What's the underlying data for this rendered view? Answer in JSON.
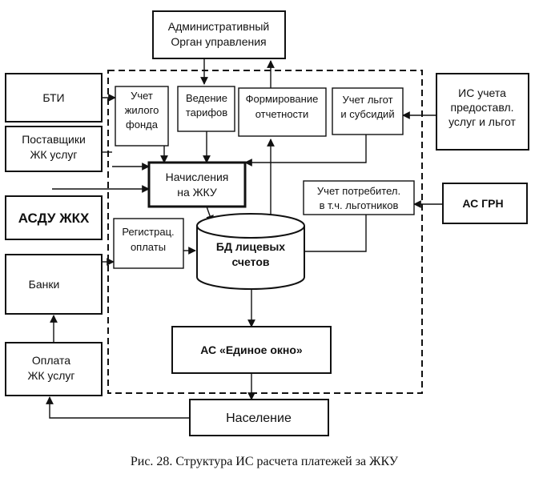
{
  "nodes": {
    "admin": [
      "Административный",
      "Орган управления"
    ],
    "bti": [
      "БТИ"
    ],
    "suppliers": [
      "Поставщики",
      "ЖК услуг"
    ],
    "asdu": [
      "АСДУ ЖКХ"
    ],
    "banks": [
      "Банки"
    ],
    "payment": [
      "Оплата",
      "ЖК услуг"
    ],
    "is_benefits": [
      "ИС учета",
      "предоставл.",
      "услуг  и льгот"
    ],
    "as_grn": [
      "АС ГРН"
    ],
    "housing": [
      "Учет",
      "жилого",
      "фонда"
    ],
    "tariffs": [
      "Ведение",
      "тарифов"
    ],
    "reporting": [
      "Формирование",
      "отчетности"
    ],
    "subsidies": [
      "Учет льгот",
      "и субсидий"
    ],
    "accruals": [
      "Начисления",
      "на ЖКУ"
    ],
    "consumers": [
      "Учет потребител.",
      "в т.ч. льготников"
    ],
    "registration": [
      "Регистрац.",
      "оплаты"
    ],
    "db": [
      "БД лицевых",
      "счетов"
    ],
    "single_window": [
      "АС «Единое окно»"
    ],
    "population": [
      "Население"
    ]
  },
  "caption": "Рис. 28. Структура ИС расчета платежей за ЖКУ"
}
